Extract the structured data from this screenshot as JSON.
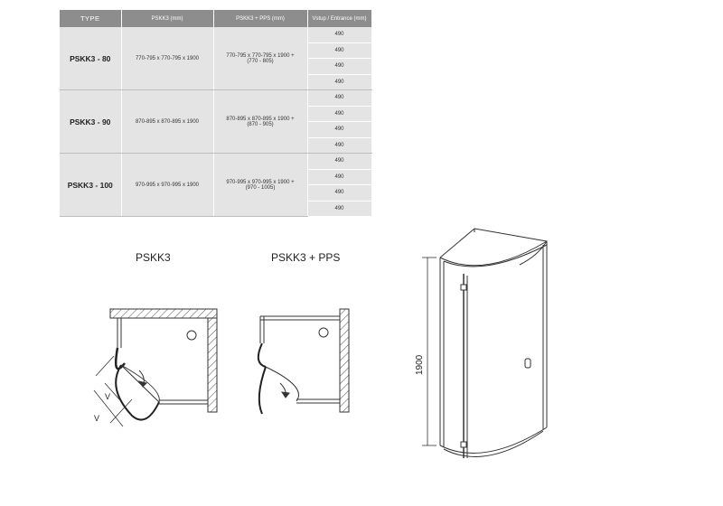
{
  "table": {
    "headers": [
      "TYPE",
      "PSKK3 (mm)",
      "PSKK3 + PPS (mm)",
      "Vstup / Entrance (mm)"
    ],
    "rows": [
      {
        "type": "PSKK3 - 80",
        "size": "770-795 x 770-795 x 1900",
        "size_pps_line1": "770-795 x 770-795 x 1900 +",
        "size_pps_line2": "(770 - 805)",
        "entrance": [
          "490",
          "490",
          "490",
          "490"
        ]
      },
      {
        "type": "PSKK3 - 90",
        "size": "870-895 x 870-895 x 1900",
        "size_pps_line1": "870-895 x 870-895 x 1900 +",
        "size_pps_line2": "(870 - 905)",
        "entrance": [
          "490",
          "490",
          "490",
          "490"
        ]
      },
      {
        "type": "PSKK3 - 100",
        "size": "970-995 x 970-995 x 1900",
        "size_pps_line1": "970-995 x 970-995 x 1900 +",
        "size_pps_line2": "(970 - 1005)",
        "entrance": [
          "490",
          "490",
          "490",
          "490"
        ]
      }
    ]
  },
  "drawings": {
    "plan1_label": "PSKK3",
    "plan2_label": "PSKK3 + PPS",
    "v_label_inner": "V",
    "v_label_outer": "V",
    "height_label": "1900"
  },
  "colors": {
    "header_bg": "#8d8d8d",
    "cell_bg": "#e4e4e4",
    "line": "#333333"
  }
}
